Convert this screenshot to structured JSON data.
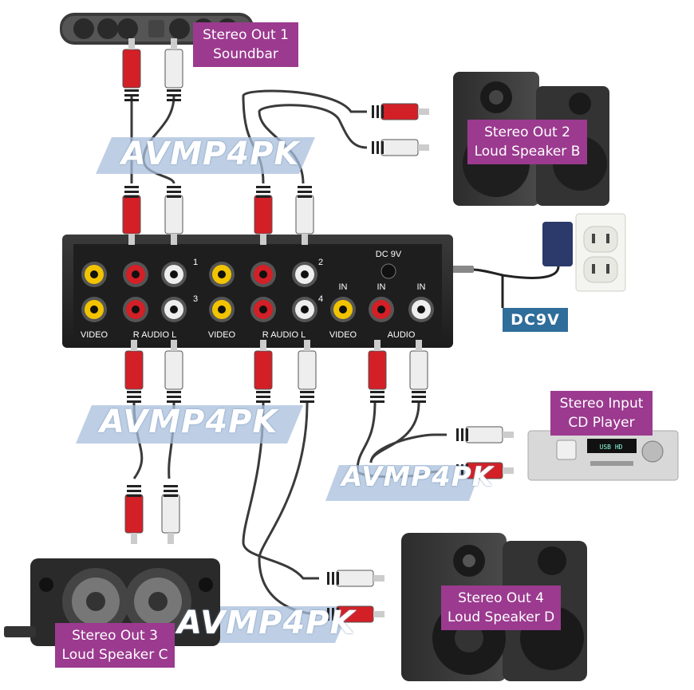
{
  "labels": {
    "out1": {
      "line1": "Stereo Out 1",
      "line2": "Soundbar"
    },
    "out2": {
      "line1": "Stereo Out 2",
      "line2": "Loud Speaker B"
    },
    "out3": {
      "line1": "Stereo Out 3",
      "line2": "Loud Speaker C"
    },
    "out4": {
      "line1": "Stereo Out 4",
      "line2": "Loud Speaker D"
    },
    "input": {
      "line1": "Stereo Input",
      "line2": "CD Player"
    },
    "power": "DC9V"
  },
  "watermark": "AVMP4PK",
  "switch_panel": {
    "dc_label": "DC 9V",
    "port_numbers": [
      "1",
      "2",
      "3",
      "4"
    ],
    "in_labels": [
      "IN",
      "IN",
      "IN"
    ],
    "video_labels": [
      "VIDEO",
      "VIDEO",
      "VIDEO"
    ],
    "audio_labels": [
      "R AUDIO L",
      "R AUDIO L",
      "AUDIO"
    ]
  },
  "cd_player_display": "USB HD",
  "colors": {
    "label_bg": "#9b3a8f",
    "power_bg": "#2f6d9a",
    "rca_red": "#d31f26",
    "rca_white": "#eeeeee",
    "rca_yellow": "#f2c400"
  }
}
